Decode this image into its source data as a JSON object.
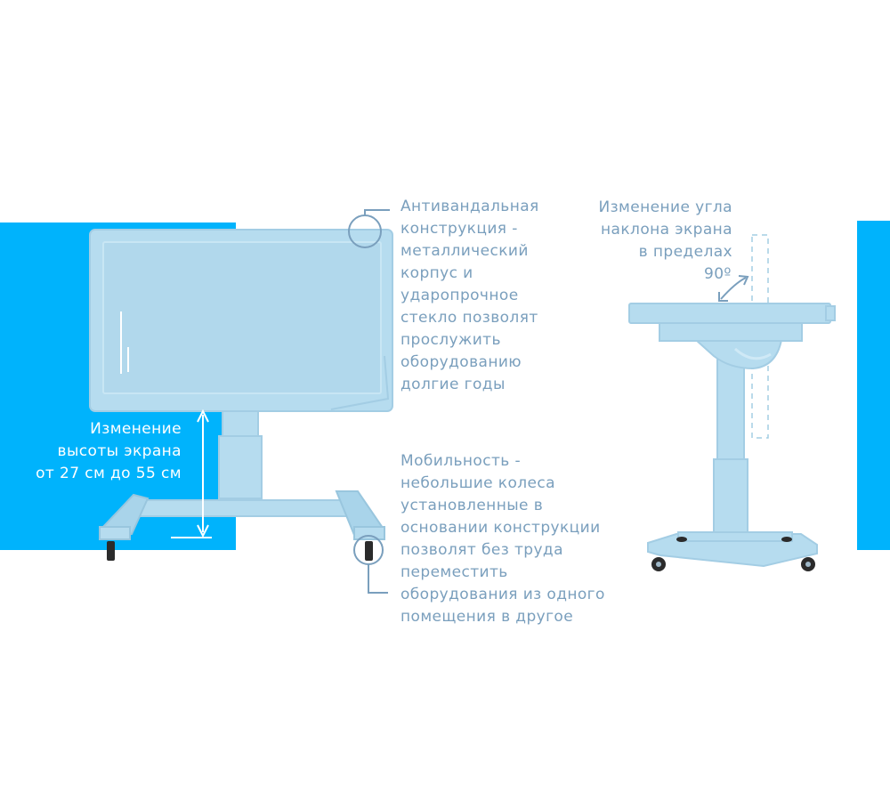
{
  "captions": {
    "vandal": "Антивандальная\nконструкция -\nметаллический\nкорпус и\nударопрочное\nстекло позволят\nпрослужить\nоборудованию\nдолгие годы",
    "height": "Изменение\nвысоты экрана\nот 27 см до 55 см",
    "mobility": "Мобильность -\nнебольшие колеса\nустановленные в\nосновании конструкции\nпозволят без труда\nпереместить\nоборудования из одного\nпомещения в другое",
    "tilt": "Изменение угла\nнаклона экрана\nв пределах",
    "angle": "90º"
  },
  "colors": {
    "accent_blue": "#00b3fc",
    "panel": "#b6dcef",
    "panel_edge": "#a3cde4",
    "caption": "#7a9fbd",
    "wheel": "#2b2b2b"
  }
}
